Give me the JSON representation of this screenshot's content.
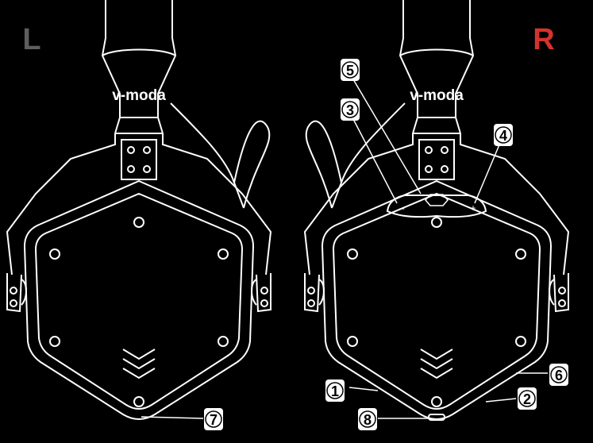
{
  "side_labels": {
    "left": {
      "text": "L",
      "color": "#5e5e5e"
    },
    "right": {
      "text": "R",
      "color": "#d2332c"
    }
  },
  "brand": {
    "text": "v-moda"
  },
  "callouts": {
    "c1": "1",
    "c2": "2",
    "c3": "3",
    "c4": "4",
    "c5": "5",
    "c6": "6",
    "c7": "7",
    "c8": "8"
  },
  "button_symbols": {
    "minus": "–",
    "plus": "+"
  },
  "colors": {
    "background": "#000000",
    "line": "#ffffff",
    "badge_fill": "#ffffff",
    "badge_text": "#000000"
  }
}
